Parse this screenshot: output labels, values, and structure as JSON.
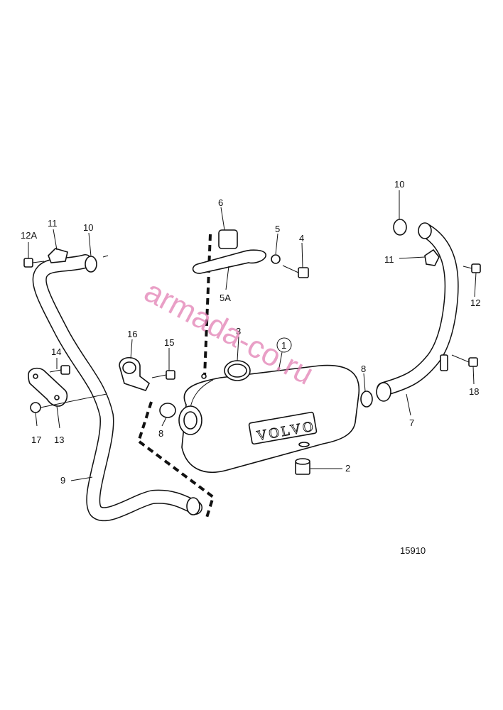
{
  "diagram": {
    "drawing_number": "15910",
    "watermark": "armada-co.ru",
    "brand_marking": "VOLVO",
    "callouts": [
      {
        "id": "c1",
        "label": "1",
        "circled": true
      },
      {
        "id": "c2",
        "label": "2"
      },
      {
        "id": "c3",
        "label": "3"
      },
      {
        "id": "c4",
        "label": "4"
      },
      {
        "id": "c5",
        "label": "5"
      },
      {
        "id": "c5a",
        "label": "5A"
      },
      {
        "id": "c6",
        "label": "6"
      },
      {
        "id": "c7",
        "label": "7"
      },
      {
        "id": "c8a",
        "label": "8"
      },
      {
        "id": "c8b",
        "label": "8"
      },
      {
        "id": "c9",
        "label": "9"
      },
      {
        "id": "c10a",
        "label": "10"
      },
      {
        "id": "c10b",
        "label": "10"
      },
      {
        "id": "c11a",
        "label": "11"
      },
      {
        "id": "c11b",
        "label": "11"
      },
      {
        "id": "c12",
        "label": "12"
      },
      {
        "id": "c12a",
        "label": "12A"
      },
      {
        "id": "c13",
        "label": "13"
      },
      {
        "id": "c14",
        "label": "14"
      },
      {
        "id": "c15",
        "label": "15"
      },
      {
        "id": "c16",
        "label": "16"
      },
      {
        "id": "c17",
        "label": "17"
      },
      {
        "id": "c18",
        "label": "18"
      }
    ]
  }
}
